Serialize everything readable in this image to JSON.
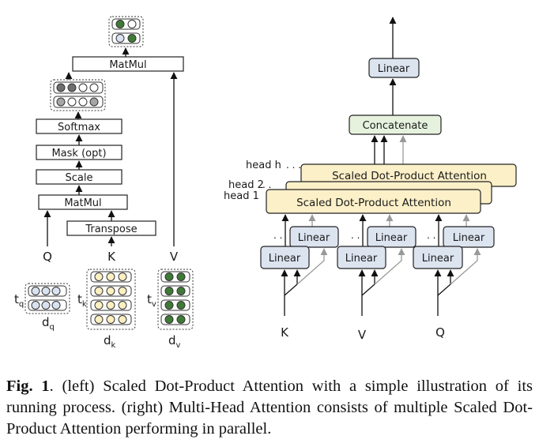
{
  "left": {
    "blocks": {
      "matmul_top": "MatMul",
      "softmax": "Softmax",
      "mask": "Mask (opt)",
      "scale": "Scale",
      "matmul_bottom": "MatMul",
      "transpose": "Transpose"
    },
    "inputs": {
      "q": "Q",
      "k": "K",
      "v": "V"
    },
    "dims": {
      "tq": "t",
      "tq_sub": "q",
      "dq": "d",
      "dq_sub": "q",
      "tk": "t",
      "tk_sub": "k",
      "dk": "d",
      "dk_sub": "k",
      "tv": "t",
      "tv_sub": "v",
      "dv": "d",
      "dv_sub": "v"
    }
  },
  "right": {
    "linear_top": "Linear",
    "concat": "Concatenate",
    "sdpa": "Scaled Dot-Product Attention",
    "heads": {
      "h": "head h",
      "two": "head 2",
      "one": "head 1"
    },
    "linear": "Linear",
    "inputs": {
      "k": "K",
      "v": "V",
      "q": "Q"
    }
  },
  "colors": {
    "green": "#3f7a37",
    "grey_dark": "#6e6e6e",
    "grey_mid": "#a6a6a6",
    "token_blue": "#d9e2f0",
    "token_yellow": "#fcefc2",
    "box_blue": "#dce4f0",
    "box_green": "#e6f2de",
    "box_yellow": "#fcf0c8"
  },
  "caption": {
    "label": "Fig. 1",
    "text": ".  (left) Scaled Dot-Product Attention with a simple illustration of its running process. (right) Multi-Head Attention consists of multiple Scaled Dot-Product Attention performing in parallel."
  }
}
